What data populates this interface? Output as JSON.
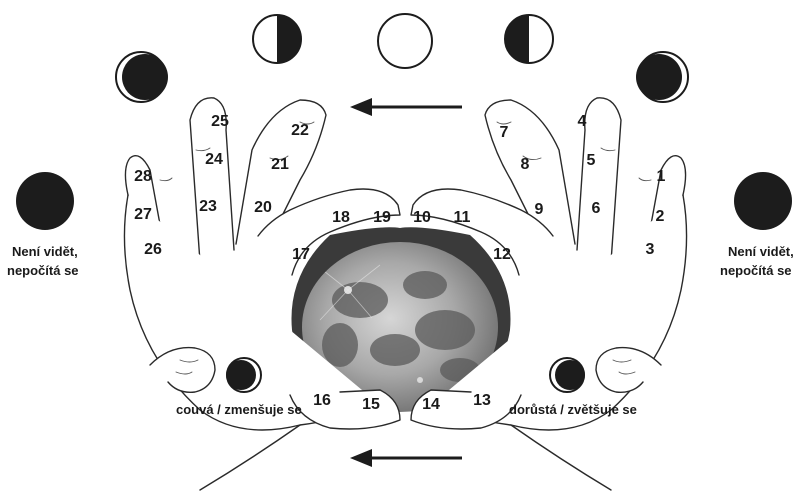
{
  "finger_numbers": [
    "1",
    "2",
    "3",
    "4",
    "5",
    "6",
    "7",
    "8",
    "9",
    "10",
    "11",
    "12",
    "13",
    "14",
    "15",
    "16",
    "17",
    "18",
    "19",
    "20",
    "21",
    "22",
    "23",
    "24",
    "25",
    "26",
    "27",
    "28"
  ],
  "labels": {
    "left_new_moon_line1": "Není vidět,",
    "left_new_moon_line2": "nepočítá se",
    "right_new_moon_line1": "Není vidět,",
    "right_new_moon_line2": "nepočítá se",
    "waning": "couvá / zmenšuje se",
    "waxing": "dorůstá / zvětšuje se"
  },
  "icons": {
    "moon_phases": [
      "new-moon-icon",
      "waxing-crescent-icon",
      "first-quarter-icon",
      "full-moon-icon",
      "last-quarter-icon",
      "waning-crescent-icon"
    ],
    "arrows": [
      "arrow-left-icon",
      "arrow-left-icon"
    ],
    "moon_photo": "full-moon-photo-icon"
  },
  "colors": {
    "ink": "#1c1c1c",
    "paper": "#ffffff",
    "moon_shadow": "#3a3a3a"
  }
}
